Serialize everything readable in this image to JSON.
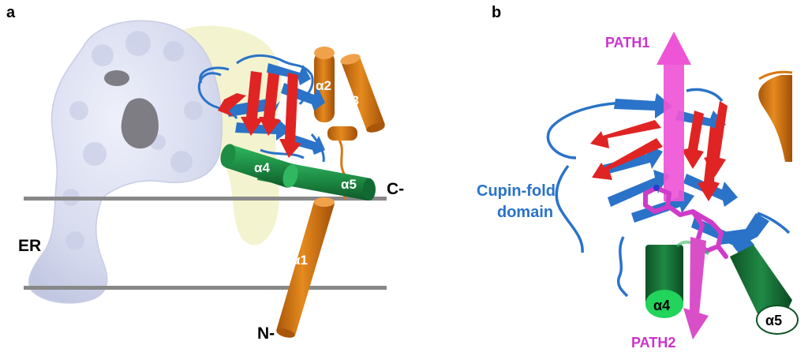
{
  "panel_a": {
    "letter": "a",
    "membrane_label": "ER",
    "helix_labels": {
      "a1": "α1",
      "a2": "α2",
      "a3": "α3",
      "a4": "α4",
      "a5": "α5"
    },
    "terminus_n": "N-",
    "terminus_c": "C-"
  },
  "panel_b": {
    "letter": "b",
    "path1": "PATH1",
    "path2": "PATH2",
    "domain_line1": "Cupin-fold",
    "domain_line2": "domain",
    "helix_a4": "α4",
    "helix_a5": "α5"
  },
  "colors": {
    "surface": "#d8dcef",
    "surface_dark": "#8a8a90",
    "surface_yellow": "#efefb8",
    "strand_red": "#e02424",
    "strand_blue": "#2a73c8",
    "helix_orange": "#d9770f",
    "helix_green": "#1e8c44",
    "ligand_magenta": "#cf3cc9",
    "membrane": "#888888",
    "domain_text": "#2a73c8"
  }
}
